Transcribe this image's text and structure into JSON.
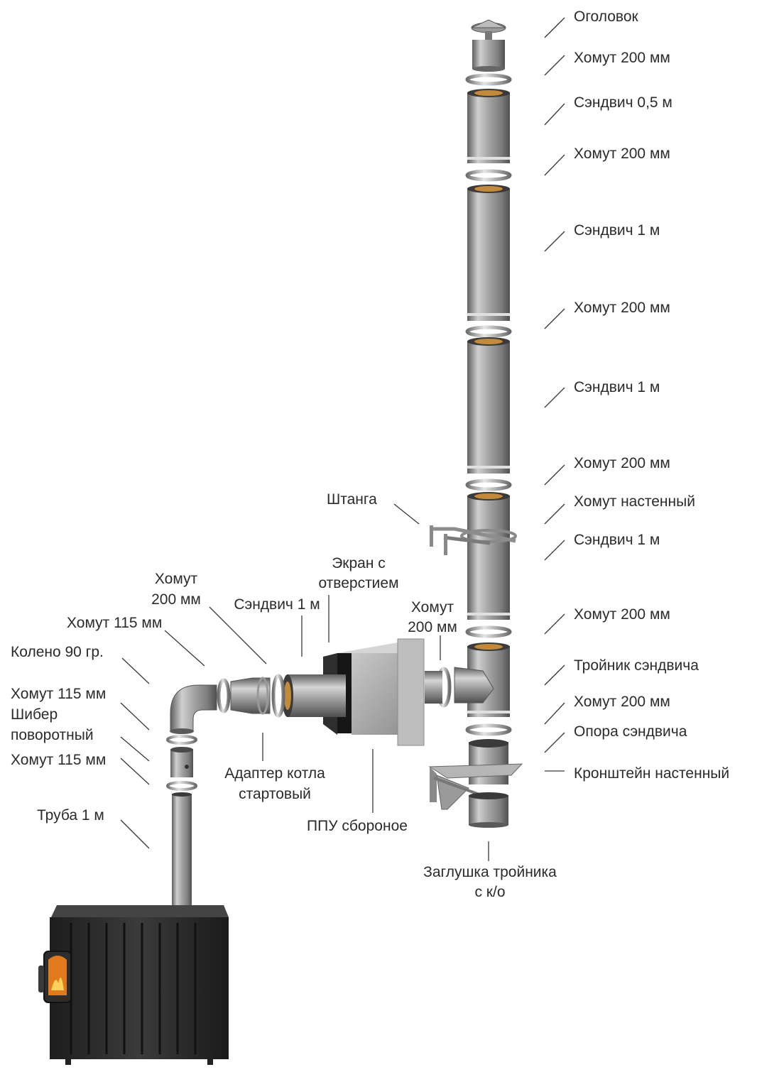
{
  "colors": {
    "pipe_light": "#d9d9d9",
    "pipe_mid": "#a8a8a8",
    "pipe_dark": "#6f6f6f",
    "stove_body": "#2a2a2a",
    "stove_top": "#3a3a3a",
    "fire": "#e07a1c",
    "text": "#2b2b2b"
  },
  "labels": {
    "chimney_cap": "Оголовок",
    "clamp_top_1": "Хомут 200 мм",
    "sandwich_05": "Сэндвич 0,5 м",
    "clamp_top_2": "Хомут 200 мм",
    "sandwich_1_a": "Сэндвич 1 м",
    "clamp_top_3": "Хомут 200 мм",
    "sandwich_1_b": "Сэндвич 1 м",
    "clamp_top_4": "Хомут 200 мм",
    "wall_clamp": "Хомут настенный",
    "sandwich_1_c": "Сэндвич 1 м",
    "clamp_top_5": "Хомут 200 мм",
    "tee": "Тройник сэндвича",
    "clamp_top_6": "Хомут 200 мм",
    "support": "Опора сэндвича",
    "wall_bracket": "Кронштейн настенный",
    "rod": "Штанга",
    "screen_line1": "Экран с",
    "screen_line2": "отверстием",
    "clamp_200_left_line1": "Хомут",
    "clamp_200_left_line2": "200 мм",
    "sandwich_horizontal": "Сэндвич 1 м",
    "clamp_200_mid_line1": "Хомут",
    "clamp_200_mid_line2": "200 мм",
    "clamp_115_a": "Хомут 115 мм",
    "elbow": "Колено 90 гр.",
    "clamp_115_b": "Хомут 115 мм",
    "damper_line1": "Шибер",
    "damper_line2": "поворотный",
    "clamp_115_c": "Хомут 115 мм",
    "pipe_1m": "Труба 1 м",
    "adapter_line1": "Адаптер котла",
    "adapter_line2": "стартовый",
    "ppu": "ППУ сбороное",
    "tee_plug_line1": "Заглушка тройника",
    "tee_plug_line2": "с к/о"
  }
}
